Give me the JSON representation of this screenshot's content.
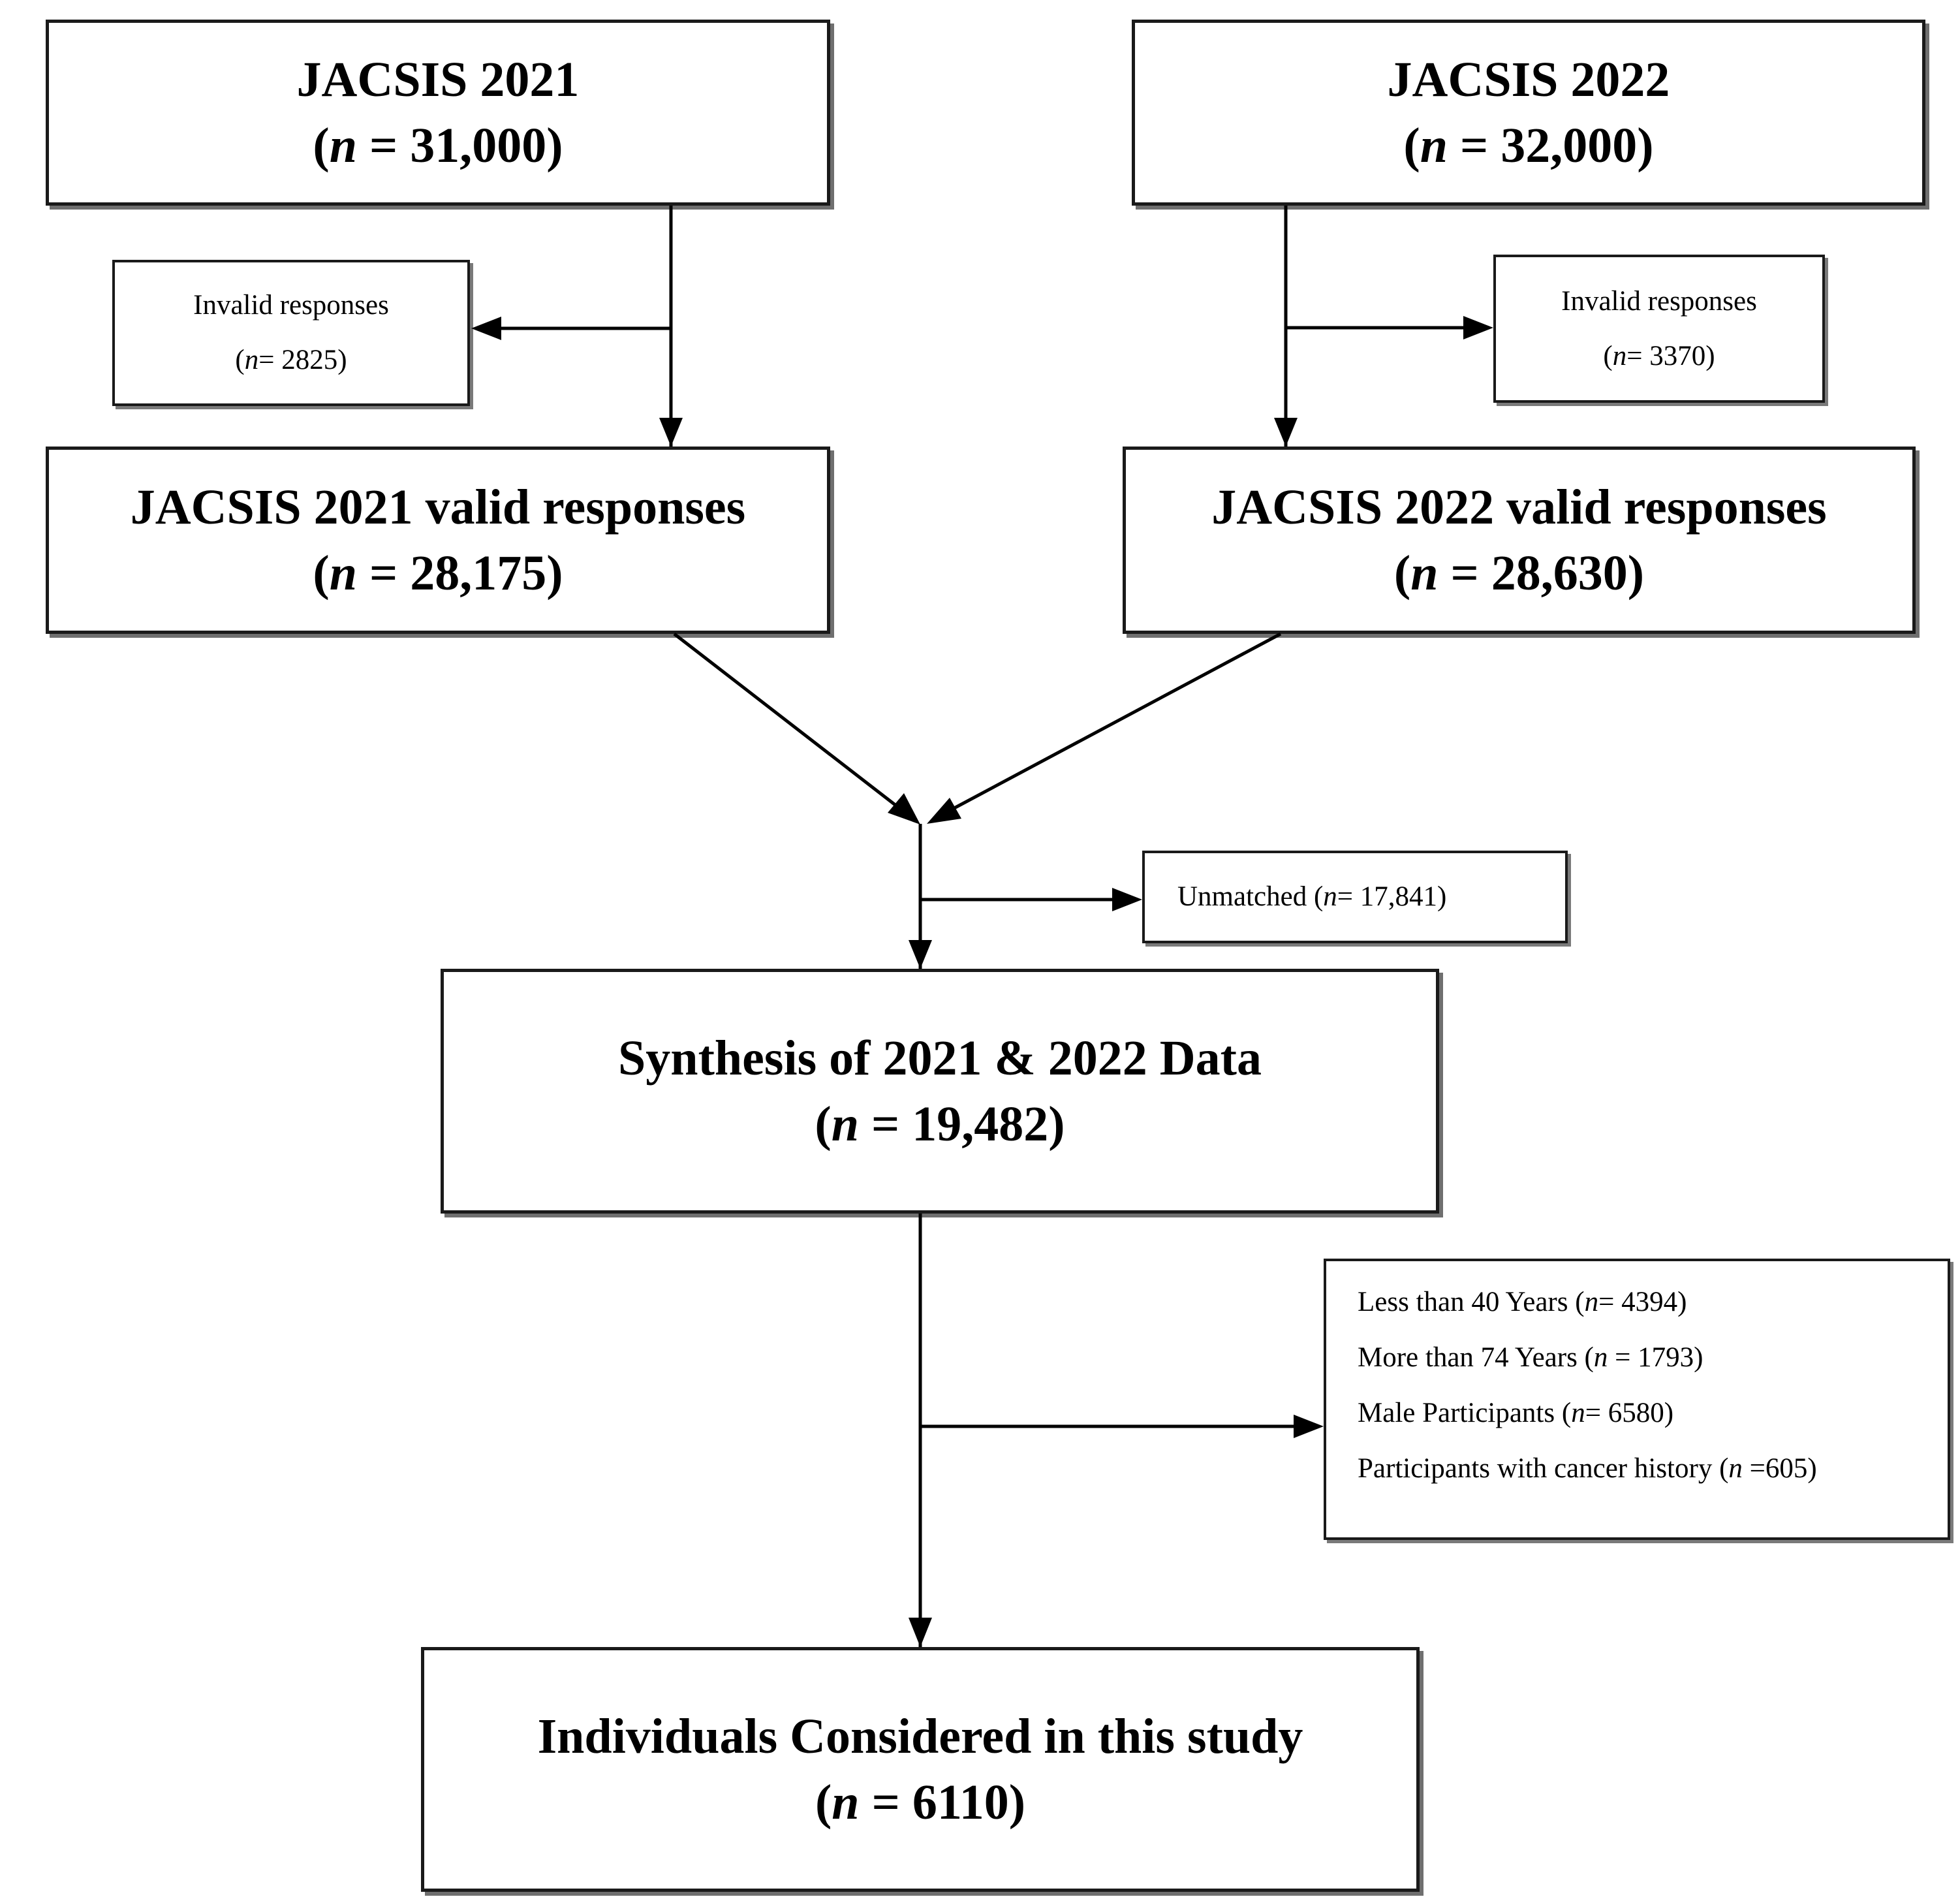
{
  "boxes": {
    "jacsis2021": {
      "title": "JACSIS 2021",
      "n_prefix": "(",
      "n_var": "n",
      "n_value": " = 31,000)"
    },
    "jacsis2022": {
      "title": "JACSIS 2022",
      "n_prefix": "(",
      "n_var": "n",
      "n_value": " = 32,000)"
    },
    "invalid2021": {
      "title": "Invalid responses",
      "n_prefix": "(",
      "n_var": "n",
      "n_value": "= 2825)"
    },
    "invalid2022": {
      "title": "Invalid responses",
      "n_prefix": "(",
      "n_var": "n",
      "n_value": "= 3370)"
    },
    "valid2021": {
      "title": "JACSIS 2021 valid responses",
      "n_prefix": "(",
      "n_var": "n",
      "n_value": " = 28,175)"
    },
    "valid2022": {
      "title": "JACSIS 2022 valid responses",
      "n_prefix": "(",
      "n_var": "n",
      "n_value": " = 28,630)"
    },
    "unmatched": {
      "title": "Unmatched (",
      "n_var": "n",
      "n_value": "= 17,841)"
    },
    "synthesis": {
      "title": "Synthesis of 2021 & 2022 Data",
      "n_prefix": "(",
      "n_var": "n",
      "n_value": " = 19,482)"
    },
    "exclusions": [
      {
        "text": "Less than 40 Years (",
        "n_var": "n",
        "n_value": "= 4394)"
      },
      {
        "text": "More than 74 Years (",
        "n_var": "n",
        "n_value": " = 1793)"
      },
      {
        "text": "Male Participants (",
        "n_var": "n",
        "n_value": "= 6580)"
      },
      {
        "text": "Participants with cancer history (",
        "n_var": "n",
        "n_value": " =605)"
      }
    ],
    "final": {
      "title": "Individuals Considered in this study",
      "n_prefix": "(",
      "n_var": "n",
      "n_value": " = 6110)"
    }
  }
}
